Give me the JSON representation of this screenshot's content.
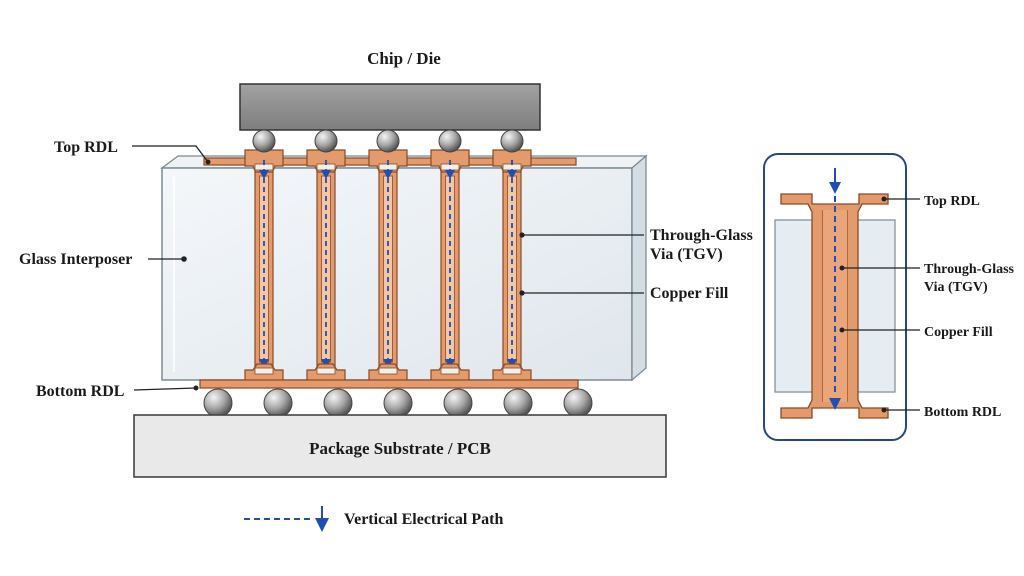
{
  "labels": {
    "chip": "Chip / Die",
    "top_rdl": "Top RDL",
    "glass_interposer": "Glass Interposer",
    "tgv_line1": "Through-Glass",
    "tgv_line2": "Via (TGV)",
    "copper_fill": "Copper Fill",
    "bottom_rdl": "Bottom RDL",
    "substrate": "Package Substrate / PCB",
    "legend": "Vertical Electrical Path"
  },
  "detail": {
    "top_rdl": "Top RDL",
    "tgv_line1": "Through-Glass",
    "tgv_line2": "Via (TGV)",
    "copper_fill": "Copper Fill",
    "bottom_rdl": "Bottom RDL"
  },
  "colors": {
    "copper": "#e39a6c",
    "copper_dark": "#8a4a24",
    "glass": "#e6edf2",
    "path": "#1f4fb0",
    "chip": "#8e8e8e",
    "substrate": "#e9e9e9"
  },
  "structure": {
    "via_count": 5,
    "top_bump_count": 5,
    "bottom_bump_count": 7
  }
}
